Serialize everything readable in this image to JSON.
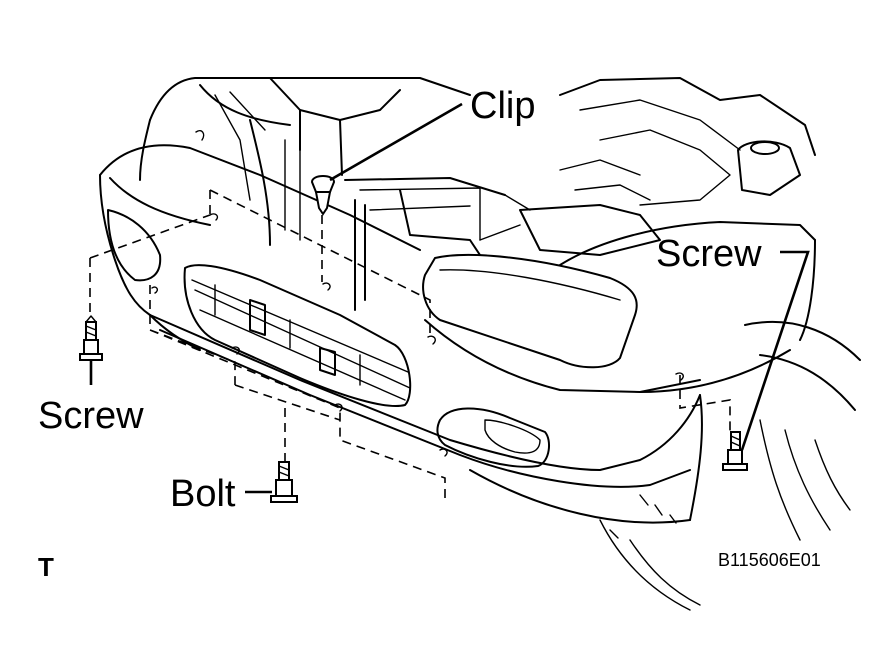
{
  "labels": {
    "clip": "Clip",
    "screw_left": "Screw",
    "screw_right": "Screw",
    "bolt": "Bolt"
  },
  "figure_code": "B115606E01",
  "corner_marker": "T"
}
